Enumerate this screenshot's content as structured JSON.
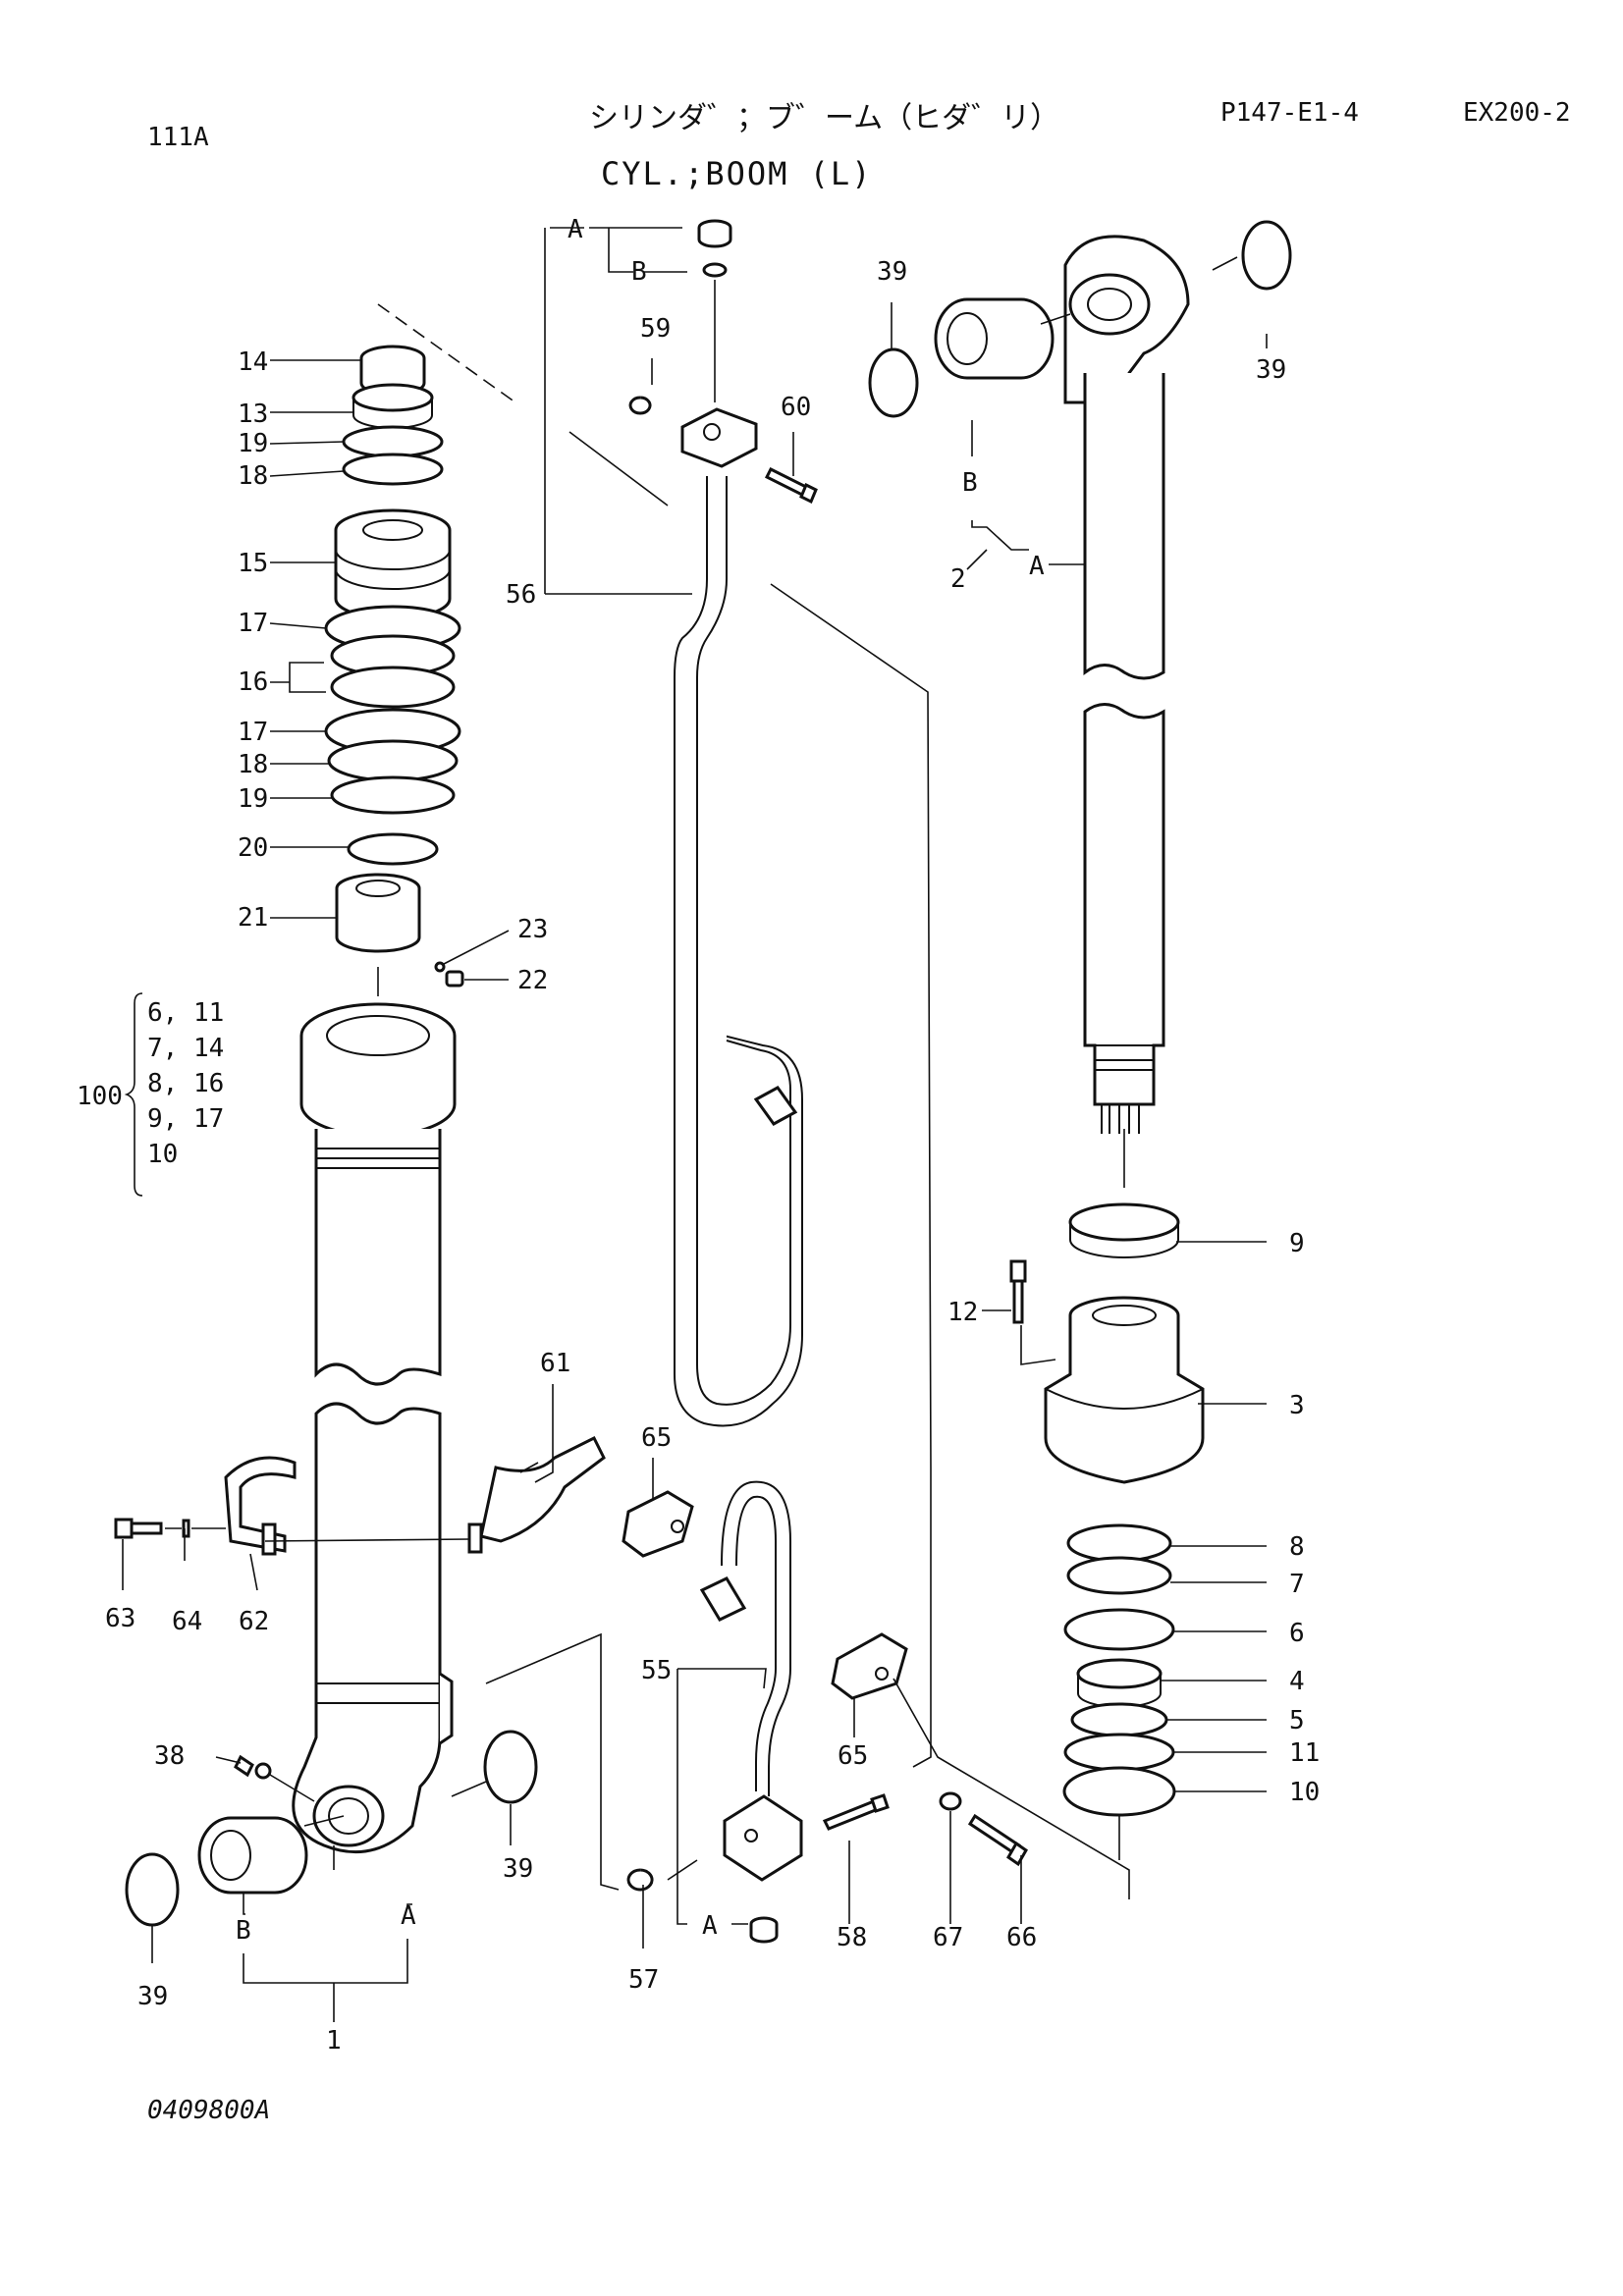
{
  "header": {
    "page_code": "111A",
    "title_jp": "シリンダ゛；ブ゛ーム（ヒダ゛リ）",
    "title_en": "CYL.;BOOM (L)",
    "ref": "P147-E1-4",
    "model": "EX200-2"
  },
  "figure_id": "0409800A",
  "kit_bracket": {
    "number": "100",
    "items": [
      "6, 11",
      "7, 14",
      "8, 16",
      "9, 17",
      "10"
    ]
  },
  "callouts": [
    {
      "id": "c14",
      "text": "14"
    },
    {
      "id": "c13",
      "text": "13"
    },
    {
      "id": "c19a",
      "text": "19"
    },
    {
      "id": "c18a",
      "text": "18"
    },
    {
      "id": "c15",
      "text": "15"
    },
    {
      "id": "c17a",
      "text": "17"
    },
    {
      "id": "c16",
      "text": "16"
    },
    {
      "id": "c17b",
      "text": "17"
    },
    {
      "id": "c18b",
      "text": "18"
    },
    {
      "id": "c19b",
      "text": "19"
    },
    {
      "id": "c20",
      "text": "20"
    },
    {
      "id": "c21",
      "text": "21"
    },
    {
      "id": "c23",
      "text": "23"
    },
    {
      "id": "c22",
      "text": "22"
    },
    {
      "id": "c56",
      "text": "56"
    },
    {
      "id": "c59",
      "text": "59"
    },
    {
      "id": "c60",
      "text": "60"
    },
    {
      "id": "cA1",
      "text": "A"
    },
    {
      "id": "cB1",
      "text": "B"
    },
    {
      "id": "c39a",
      "text": "39"
    },
    {
      "id": "c39b",
      "text": "39"
    },
    {
      "id": "cB2",
      "text": "B"
    },
    {
      "id": "c2",
      "text": "2"
    },
    {
      "id": "cA2",
      "text": "A"
    },
    {
      "id": "c9",
      "text": "9"
    },
    {
      "id": "c12",
      "text": "12"
    },
    {
      "id": "c3",
      "text": "3"
    },
    {
      "id": "c8",
      "text": "8"
    },
    {
      "id": "c7",
      "text": "7"
    },
    {
      "id": "c6",
      "text": "6"
    },
    {
      "id": "c4",
      "text": "4"
    },
    {
      "id": "c5",
      "text": "5"
    },
    {
      "id": "c11",
      "text": "11"
    },
    {
      "id": "c10",
      "text": "10"
    },
    {
      "id": "c61",
      "text": "61"
    },
    {
      "id": "c65a",
      "text": "65"
    },
    {
      "id": "c65b",
      "text": "65"
    },
    {
      "id": "c55",
      "text": "55"
    },
    {
      "id": "c63",
      "text": "63"
    },
    {
      "id": "c64",
      "text": "64"
    },
    {
      "id": "c62",
      "text": "62"
    },
    {
      "id": "c38",
      "text": "38"
    },
    {
      "id": "c39c",
      "text": "39"
    },
    {
      "id": "c39d",
      "text": "39"
    },
    {
      "id": "cA3",
      "text": "A"
    },
    {
      "id": "cB3",
      "text": "B"
    },
    {
      "id": "c1",
      "text": "1"
    },
    {
      "id": "c57",
      "text": "57"
    },
    {
      "id": "cA4",
      "text": "A"
    },
    {
      "id": "c58",
      "text": "58"
    },
    {
      "id": "c67",
      "text": "67"
    },
    {
      "id": "c66",
      "text": "66"
    }
  ]
}
